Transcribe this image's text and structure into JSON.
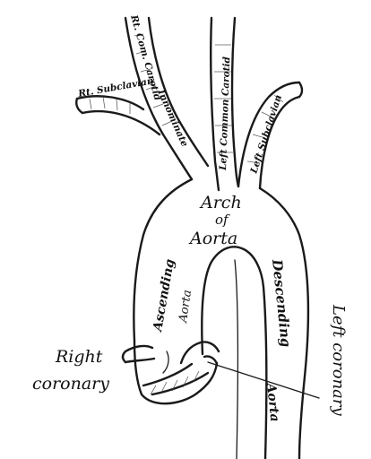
{
  "labels": {
    "rt_com_carotid": "Rt. Com. Carotid",
    "left_common_carotid": "Left Common Carotid",
    "rt_subclavian": "Rt. Subclavian",
    "innominate": "Innominate",
    "left_subclavian": "Left Subclavian",
    "arch_1": "Arch",
    "arch_2": "of",
    "arch_3": "Aorta",
    "ascending": "Ascending",
    "ascending_aorta": "Aorta",
    "descending": "Descending",
    "descending_aorta": "Aorta",
    "right_coronary_1": "Right",
    "right_coronary_2": "coronary",
    "left_coronary": "Left coronary"
  }
}
